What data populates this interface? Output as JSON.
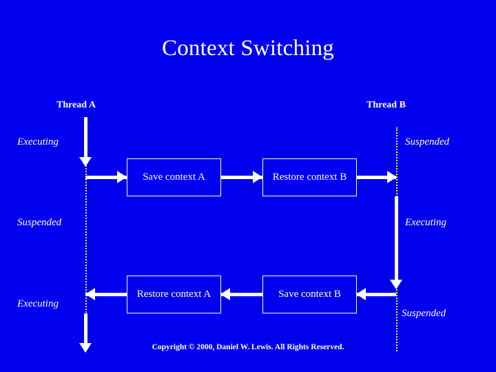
{
  "slide": {
    "title": "Context Switching",
    "copyright": "Copyright © 2000, Daniel W. Lewis.  All Rights Reserved.",
    "background_color": "#0000ee",
    "foreground_color": "#ffffff",
    "timeline_color": "#ffff00"
  },
  "columns": {
    "thread_a": "Thread A",
    "thread_b": "Thread B"
  },
  "states": {
    "a_first": "Executing",
    "a_second": "Suspended",
    "a_third": "Executing",
    "b_first": "Suspended",
    "b_second": "Executing",
    "b_third": "Suspended"
  },
  "boxes": {
    "save_context_a": "Save context A",
    "restore_context_b": "Restore context B",
    "restore_context_a": "Restore context A",
    "save_context_b": "Save context B"
  },
  "icons": {
    "arrow_down": "arrow-down-icon",
    "arrow_right": "arrow-right-icon",
    "arrow_left": "arrow-left-icon"
  }
}
